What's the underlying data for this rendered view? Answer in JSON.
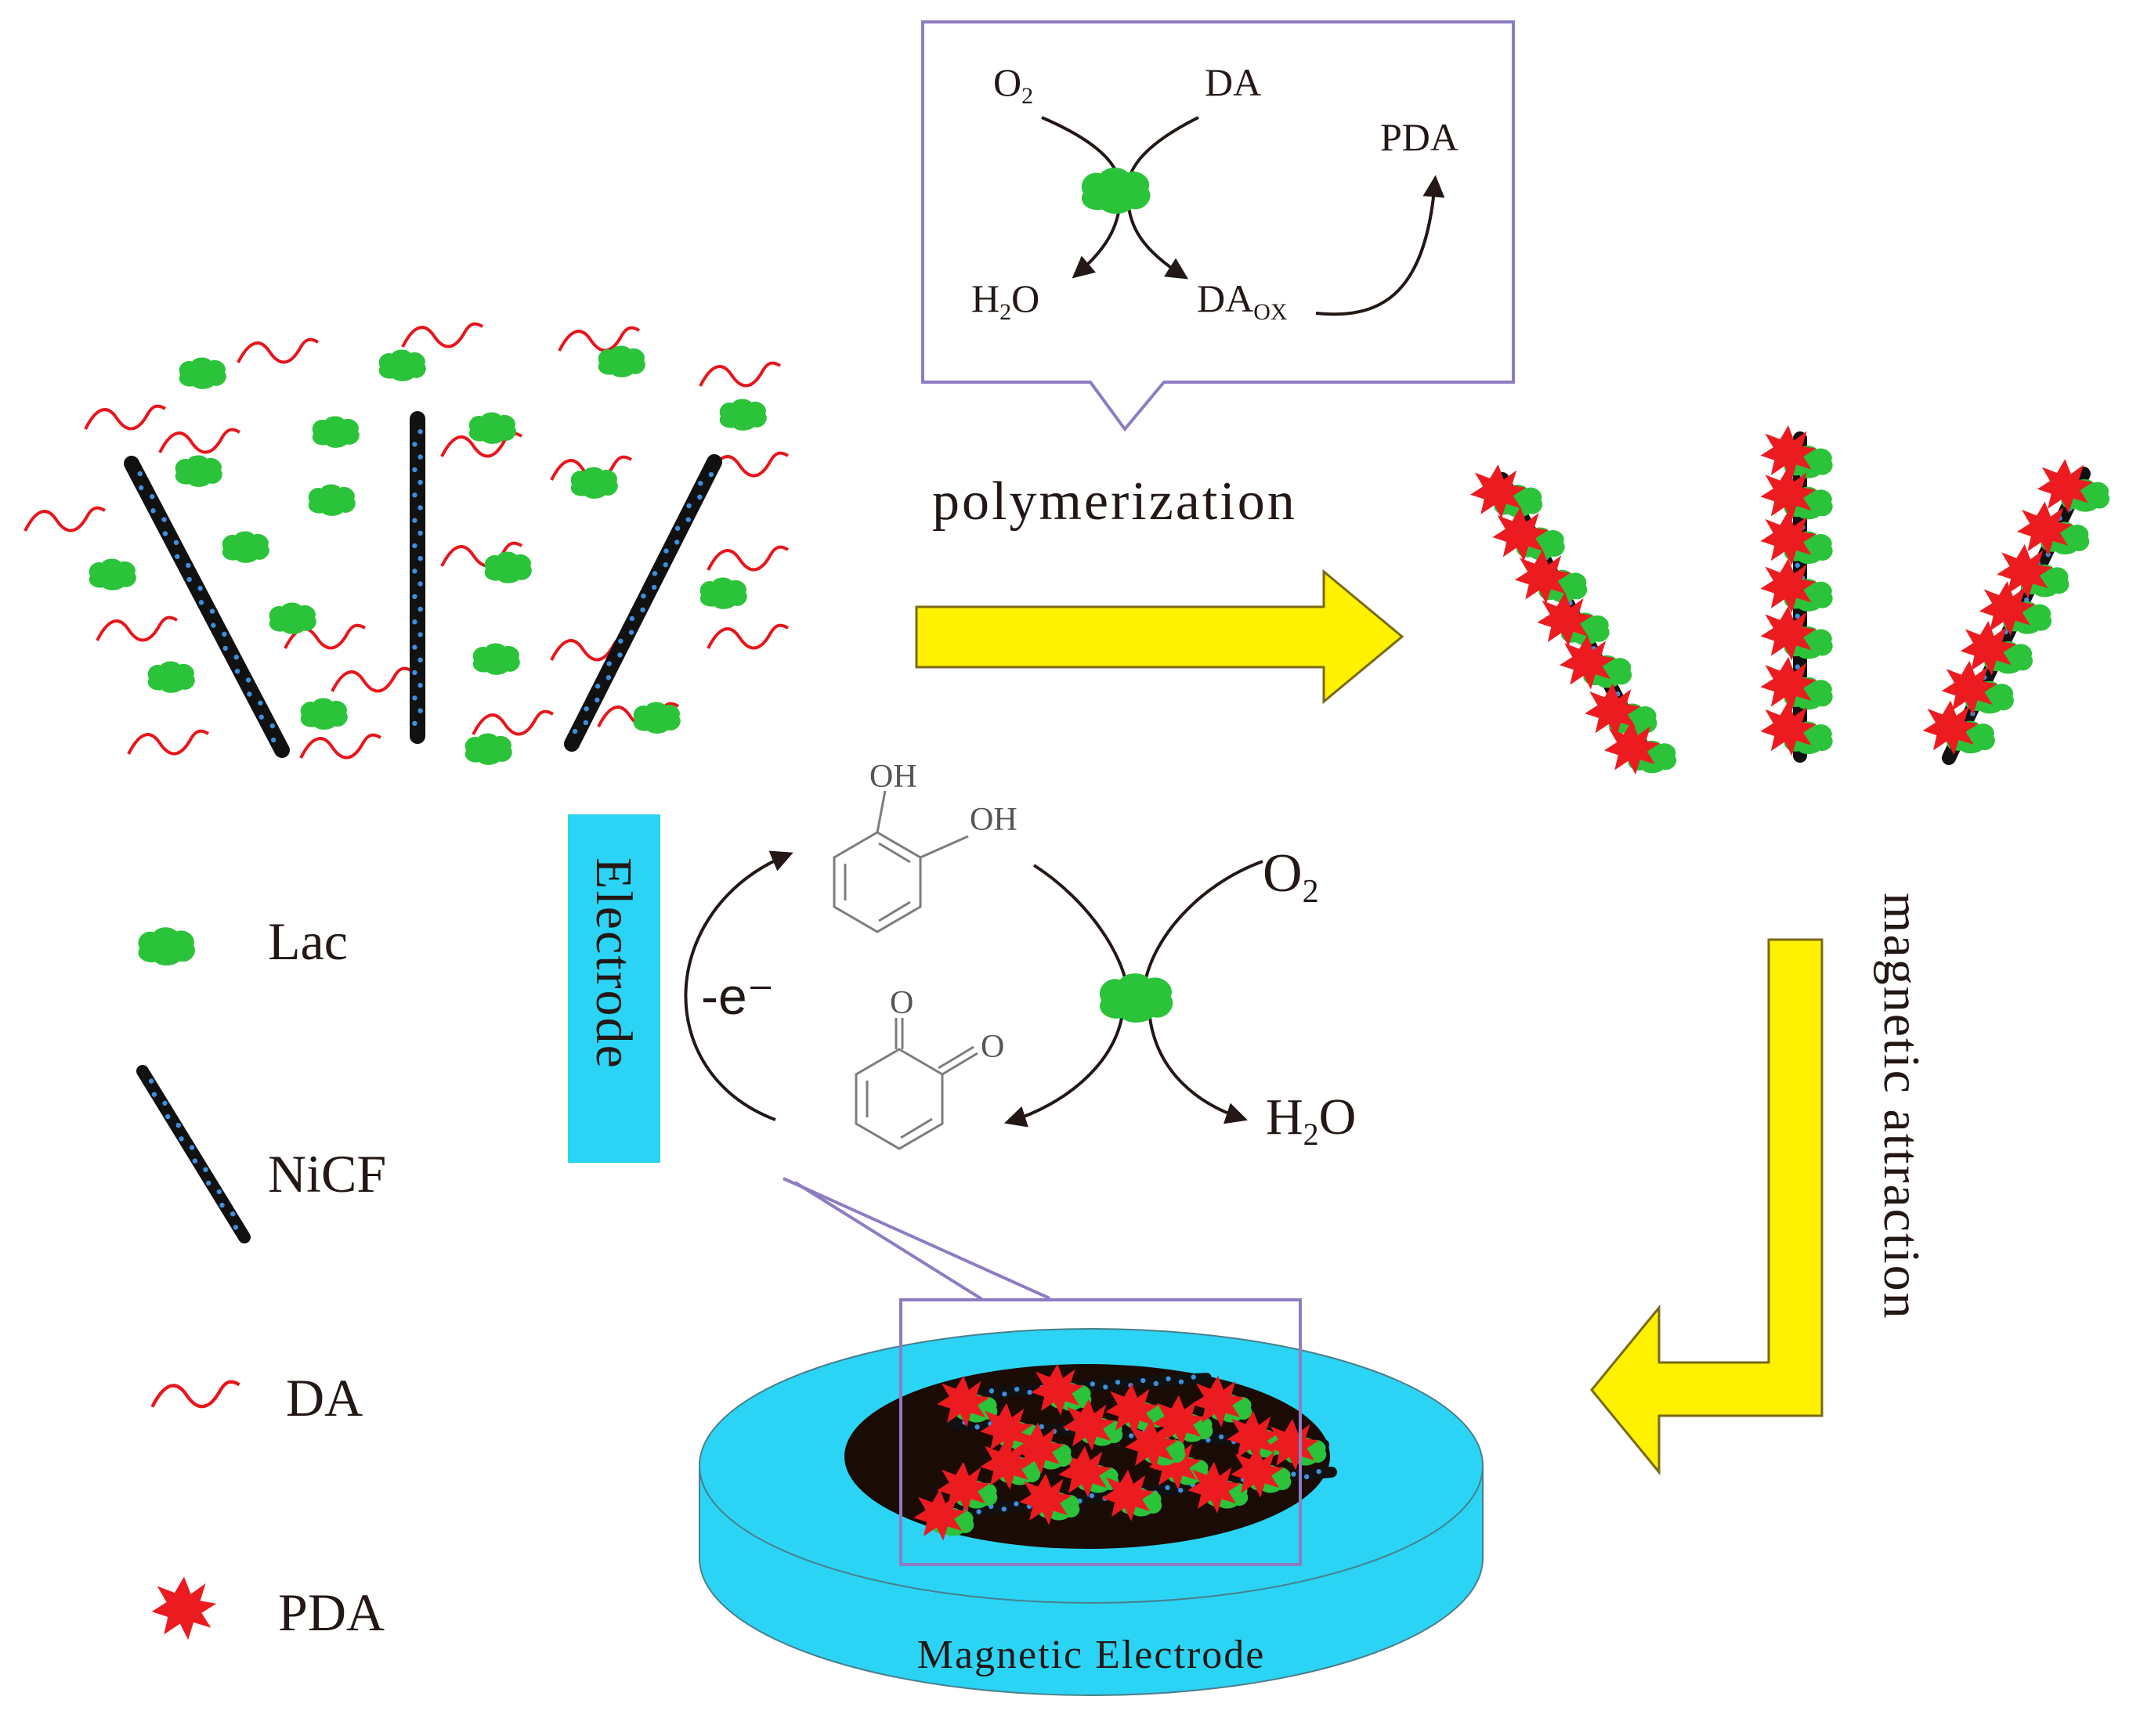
{
  "colors": {
    "lac": "#2bc33a",
    "fiber": "#111111",
    "fiber_dots": "#3d8fe0",
    "da_wave": "#e8151b",
    "pda": "#ec1b1f",
    "arrow_fill": "#fff200",
    "arrow_stroke": "#7a6a14",
    "electrode_blue": "#2bd4f4",
    "electrode_dark": "#1a0b05",
    "callout_border": "#8e7cc3",
    "chem_gray": "#7d7d7d",
    "text": "#231815"
  },
  "reaction_box": {
    "o2": "O",
    "o2_sub": "2",
    "da": "DA",
    "pda": "PDA",
    "h2o_h": "H",
    "h2o_sub": "2",
    "h2o_o": "O",
    "daox": "DA",
    "daox_sub": "OX"
  },
  "steps": {
    "polymerization": "polymerization",
    "magnetic_attraction": "magnetic attraction"
  },
  "electrode_label": "Electrode",
  "catechol": {
    "oh1": "OH",
    "oh2": "OH",
    "o1": "O",
    "o2": "O"
  },
  "cycle": {
    "electron": "-e⁻",
    "o2": "O",
    "o2_sub": "2",
    "h2o_h": "H",
    "h2o_sub": "2",
    "h2o_o": "O"
  },
  "legend": [
    {
      "icon": "lac",
      "label": "Lac"
    },
    {
      "icon": "nicf",
      "label": "NiCF"
    },
    {
      "icon": "da",
      "label": "DA"
    },
    {
      "icon": "pda",
      "label": "PDA"
    }
  ],
  "magnetic_electrode_label": "Magnetic Electrode"
}
